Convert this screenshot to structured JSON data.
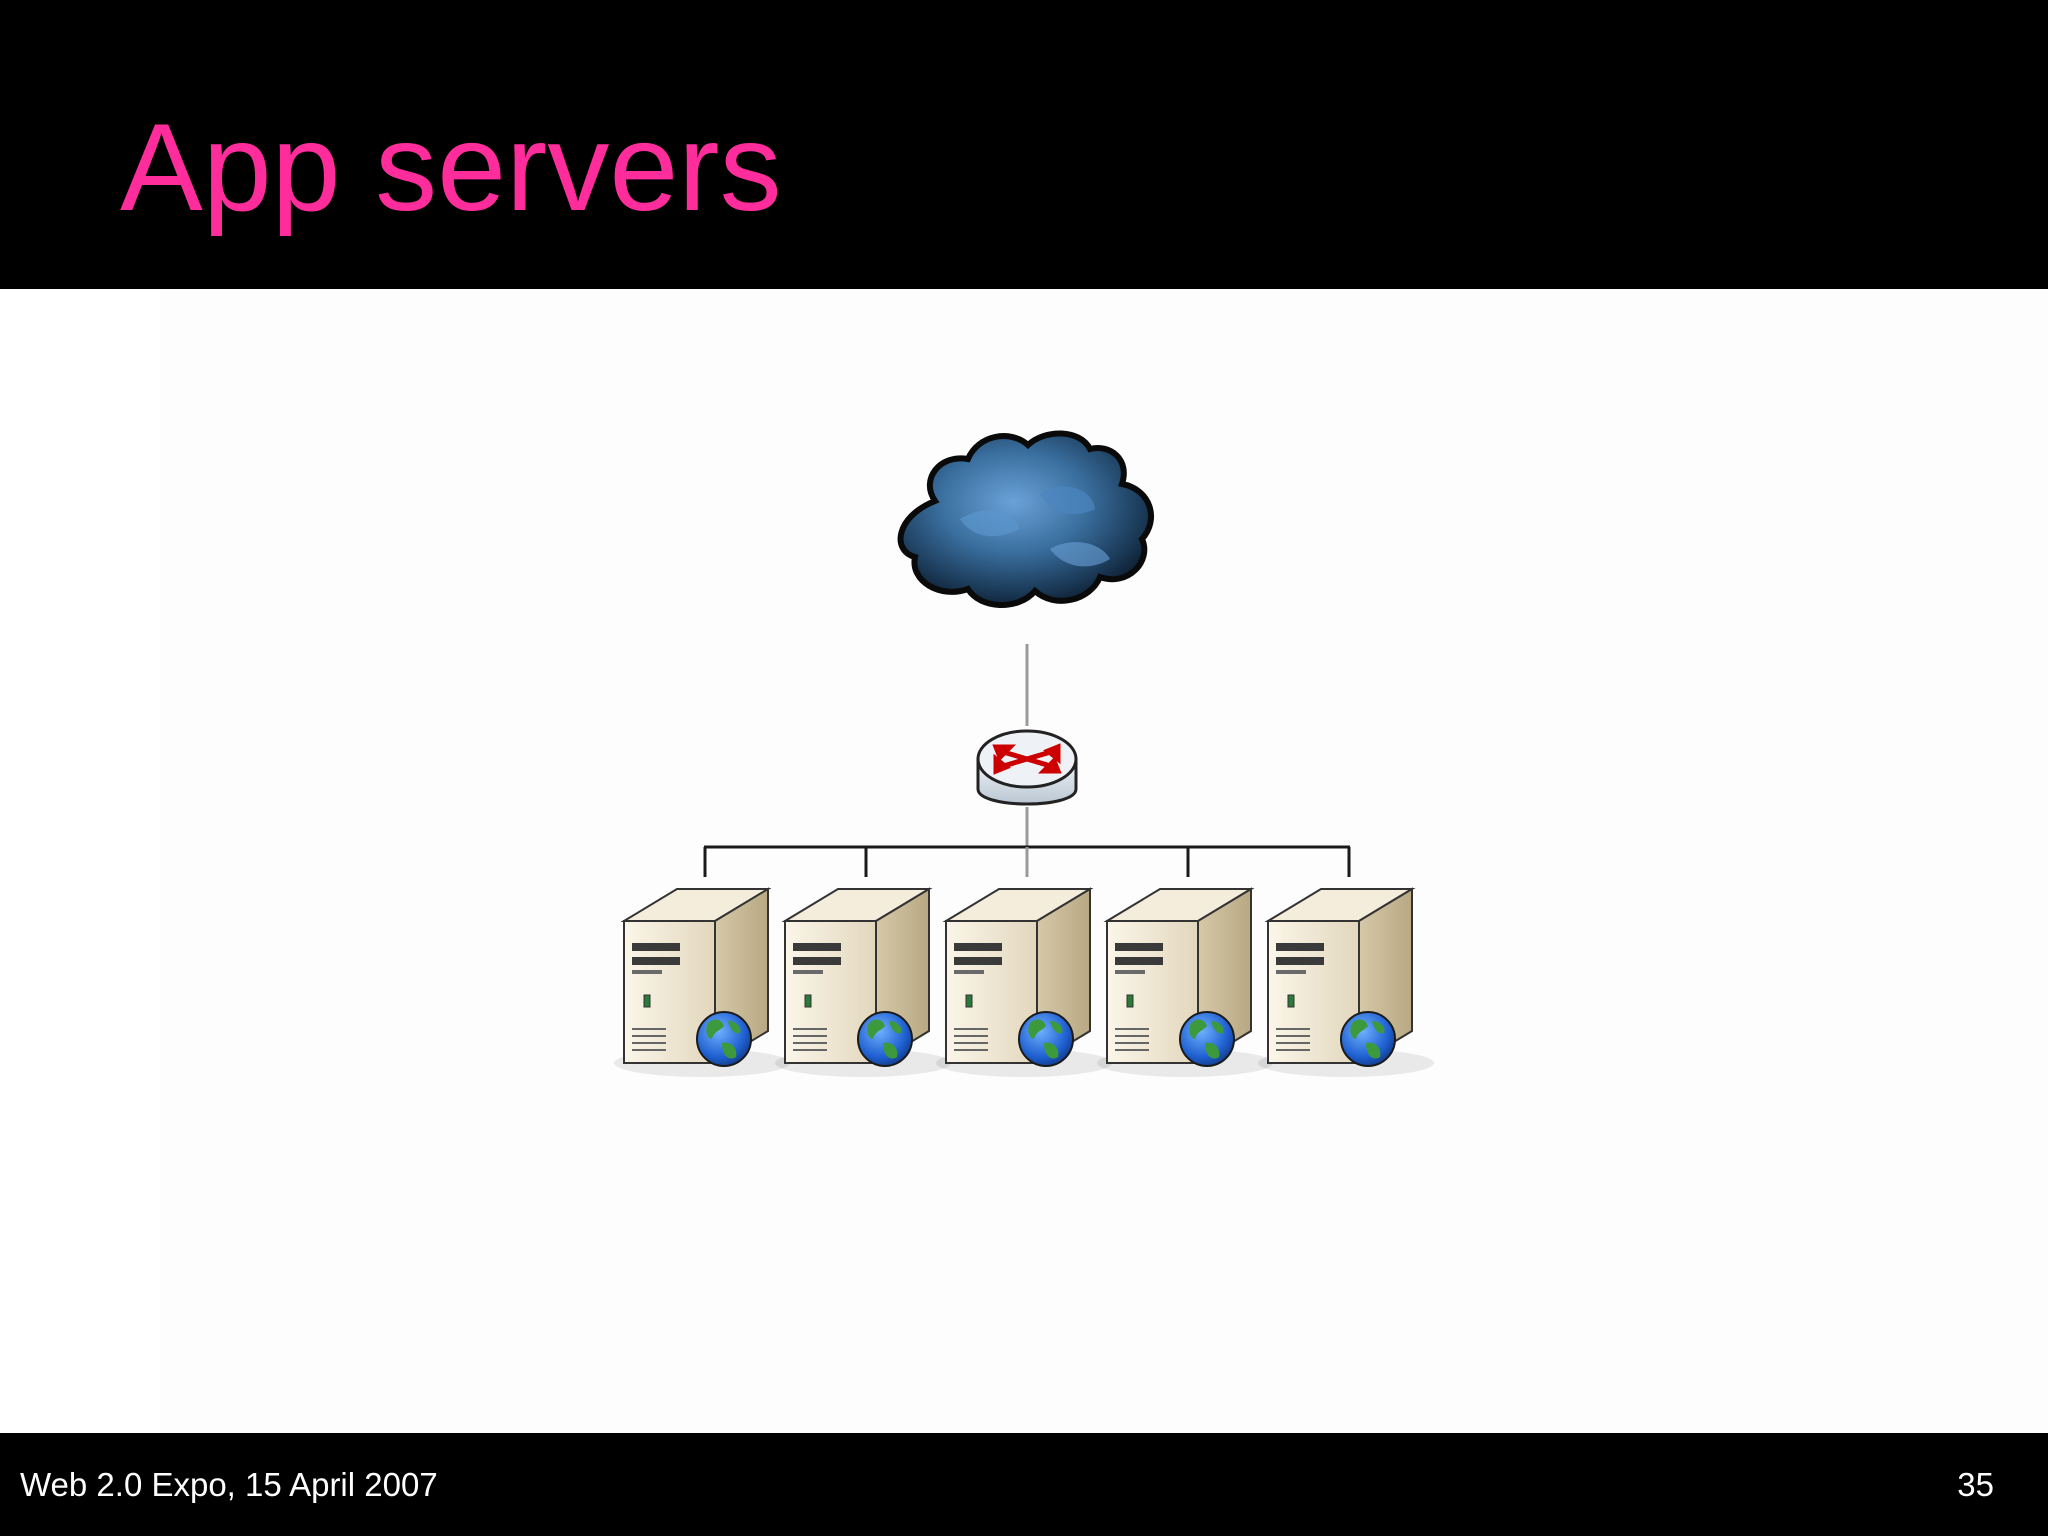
{
  "slide": {
    "title": "App servers",
    "footer": "Web 2.0 Expo, 15 April 2007",
    "page_number": "35"
  },
  "diagram": {
    "nodes": [
      {
        "id": "internet",
        "icon": "cloud-icon"
      },
      {
        "id": "router",
        "icon": "router-icon"
      },
      {
        "id": "app-server-1",
        "icon": "web-server-icon"
      },
      {
        "id": "app-server-2",
        "icon": "web-server-icon"
      },
      {
        "id": "app-server-3",
        "icon": "web-server-icon"
      },
      {
        "id": "app-server-4",
        "icon": "web-server-icon"
      },
      {
        "id": "app-server-5",
        "icon": "web-server-icon"
      }
    ],
    "edges": [
      [
        "internet",
        "router"
      ],
      [
        "router",
        "app-server-1"
      ],
      [
        "router",
        "app-server-2"
      ],
      [
        "router",
        "app-server-3"
      ],
      [
        "router",
        "app-server-4"
      ],
      [
        "router",
        "app-server-5"
      ]
    ]
  },
  "colors": {
    "title": "#ff2d9b",
    "header_bg": "#000000",
    "footer_bg": "#000000",
    "footer_text": "#ffffff",
    "cloud": "#2f5e8a",
    "router_arrows": "#cc0000",
    "server_case": "#e6dcc4",
    "globe": "#2a6bd6"
  }
}
